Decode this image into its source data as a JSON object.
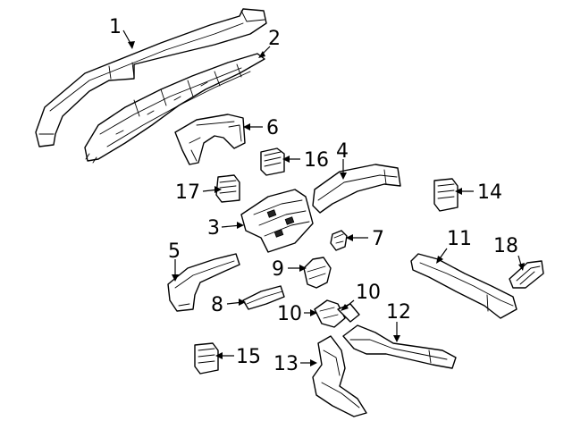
{
  "diagram": {
    "callouts": [
      {
        "id": "1",
        "label": "1"
      },
      {
        "id": "2",
        "label": "2"
      },
      {
        "id": "3",
        "label": "3"
      },
      {
        "id": "4",
        "label": "4"
      },
      {
        "id": "5",
        "label": "5"
      },
      {
        "id": "6",
        "label": "6"
      },
      {
        "id": "7",
        "label": "7"
      },
      {
        "id": "8",
        "label": "8"
      },
      {
        "id": "9",
        "label": "9"
      },
      {
        "id": "10a",
        "label": "10"
      },
      {
        "id": "10b",
        "label": "10"
      },
      {
        "id": "11",
        "label": "11"
      },
      {
        "id": "12",
        "label": "12"
      },
      {
        "id": "13",
        "label": "13"
      },
      {
        "id": "14",
        "label": "14"
      },
      {
        "id": "15",
        "label": "15"
      },
      {
        "id": "16",
        "label": "16"
      },
      {
        "id": "17",
        "label": "17"
      },
      {
        "id": "18",
        "label": "18"
      }
    ]
  }
}
